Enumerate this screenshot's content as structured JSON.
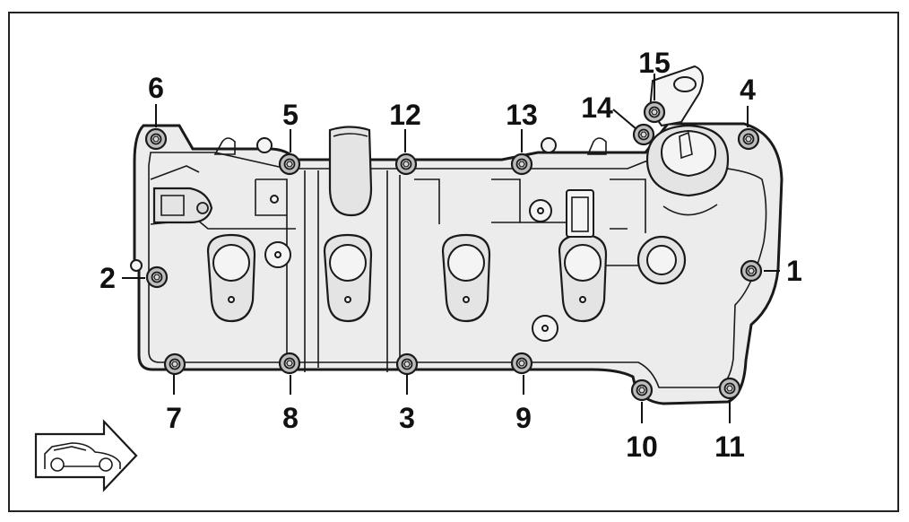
{
  "diagram": {
    "colors": {
      "outline": "#1a1a1a",
      "fill": "#ececec",
      "bolt": "#bdbdbd"
    },
    "icon": "vehicle-direction-arrow-icon",
    "bolts": [
      {
        "id": "1",
        "label": "1",
        "position": "right-middle"
      },
      {
        "id": "2",
        "label": "2",
        "position": "left-middle"
      },
      {
        "id": "3",
        "label": "3",
        "position": "bottom-center"
      },
      {
        "id": "4",
        "label": "4",
        "position": "top-right"
      },
      {
        "id": "5",
        "label": "5",
        "position": "top-left-center"
      },
      {
        "id": "6",
        "label": "6",
        "position": "top-left"
      },
      {
        "id": "7",
        "label": "7",
        "position": "bottom-left"
      },
      {
        "id": "8",
        "label": "8",
        "position": "bottom-left-center"
      },
      {
        "id": "9",
        "label": "9",
        "position": "bottom-right-center"
      },
      {
        "id": "10",
        "label": "10",
        "position": "bottom-right"
      },
      {
        "id": "11",
        "label": "11",
        "position": "bottom-right-corner"
      },
      {
        "id": "12",
        "label": "12",
        "position": "top-center"
      },
      {
        "id": "13",
        "label": "13",
        "position": "top-right-center"
      },
      {
        "id": "14",
        "label": "14",
        "position": "bracket-lower"
      },
      {
        "id": "15",
        "label": "15",
        "position": "bracket-upper"
      }
    ]
  }
}
